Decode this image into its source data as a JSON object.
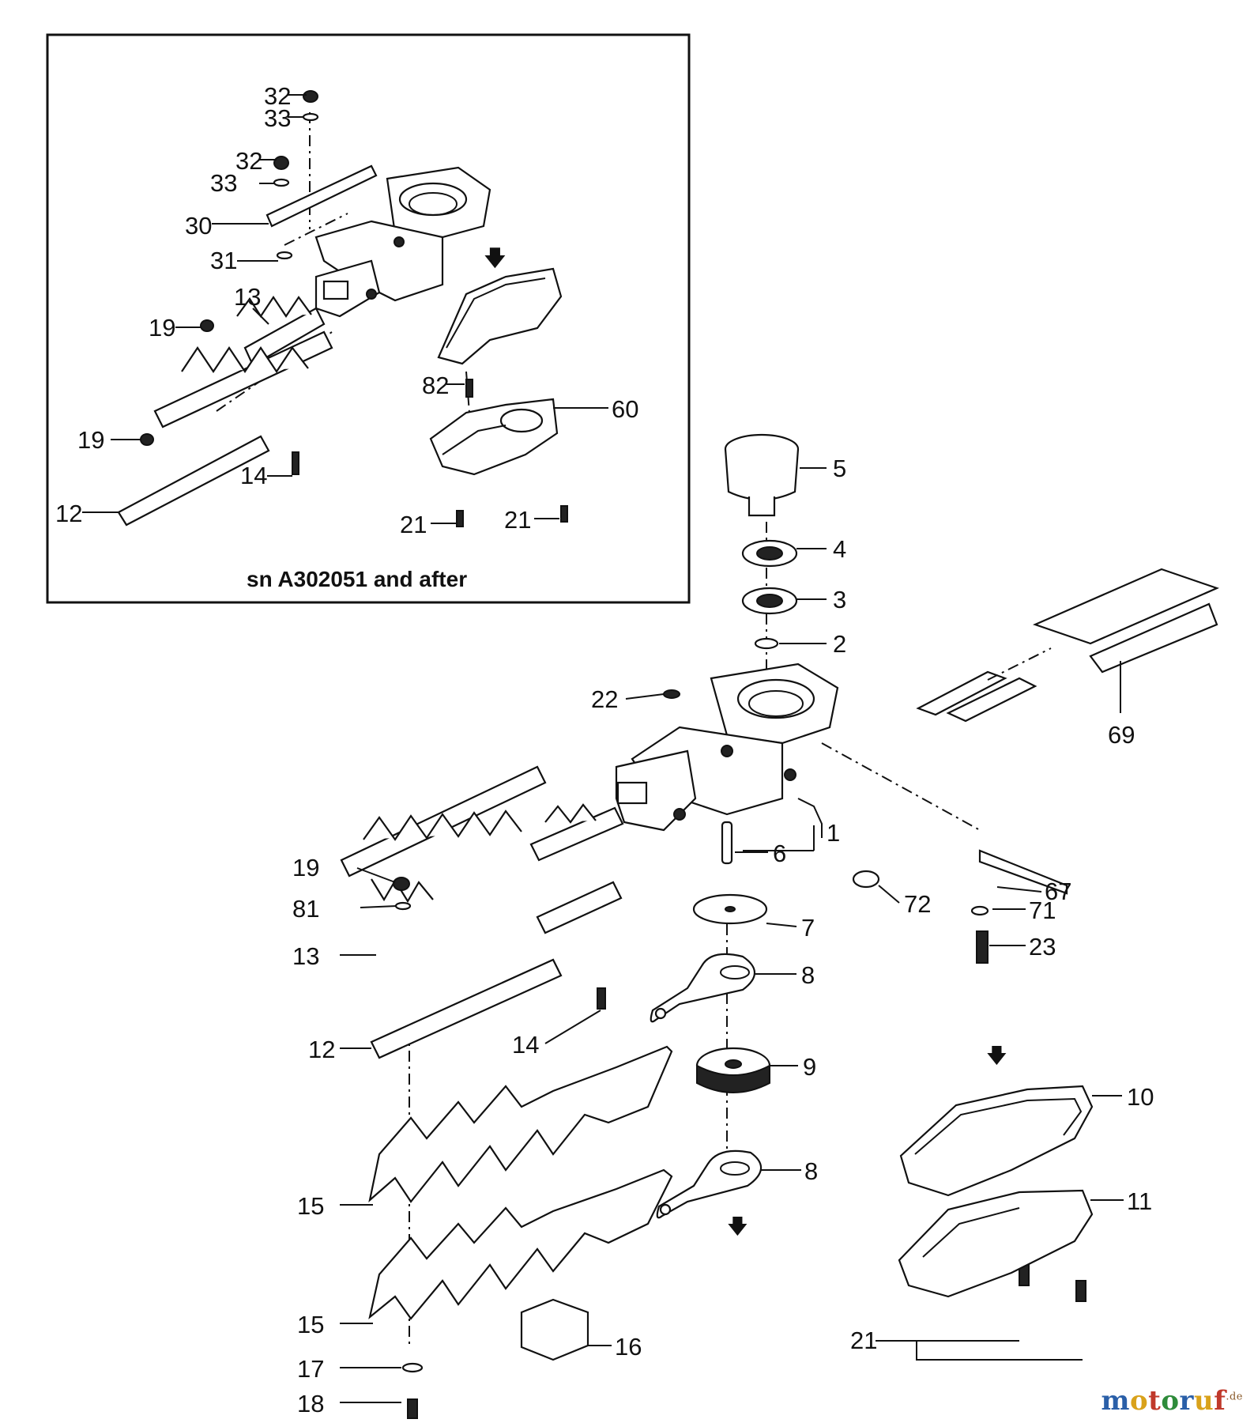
{
  "inset": {
    "caption": "sn A302051 and after"
  },
  "callouts": {
    "inset": [
      "32",
      "33",
      "32",
      "33",
      "30",
      "31",
      "13",
      "19",
      "19",
      "12",
      "14",
      "82",
      "60",
      "21",
      "21"
    ],
    "main": [
      "5",
      "4",
      "3",
      "2",
      "22",
      "69",
      "1",
      "6",
      "19",
      "81",
      "13",
      "12",
      "14",
      "72",
      "7",
      "67",
      "71",
      "23",
      "8",
      "9",
      "10",
      "8",
      "15",
      "11",
      "15",
      "16",
      "17",
      "18",
      "21"
    ]
  },
  "watermark": {
    "text": "motoruf",
    "suffix": ".de",
    "colors": [
      "#2a5fa8",
      "#d9a21b",
      "#c0392b",
      "#2e8b3a",
      "#2a5fa8",
      "#d9a21b",
      "#c0392b"
    ]
  }
}
